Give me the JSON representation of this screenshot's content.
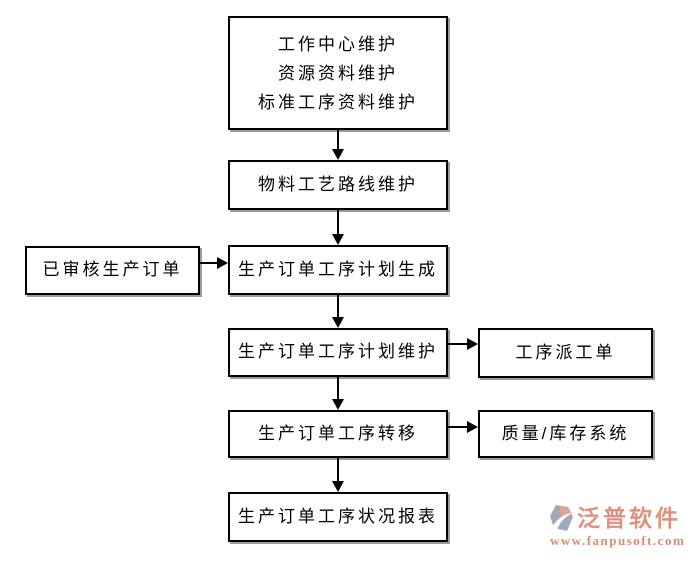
{
  "diagram": {
    "title_implied": "生产订单工序流程图",
    "line_color": "#000000",
    "box_background": "#ffffff",
    "box_border_color": "#000000",
    "box_shadow_color": "#9b9b9b",
    "nodes": {
      "master_data": {
        "lines": [
          "工作中心维护",
          "资源资料维护",
          "标准工序资料维护"
        ]
      },
      "routing": {
        "label": "物料工艺路线维护"
      },
      "approved_order": {
        "label": "已审核生产订单"
      },
      "plan_generate": {
        "label": "生产订单工序计划生成"
      },
      "plan_maintain": {
        "label": "生产订单工序计划维护"
      },
      "dispatch_ticket": {
        "label": "工序派工单"
      },
      "transfer": {
        "label": "生产订单工序转移"
      },
      "quality_inventory": {
        "label": "质量/库存系统"
      },
      "status_report": {
        "label": "生产订单工序状况报表"
      }
    }
  },
  "logo": {
    "name": "泛普软件",
    "url": "www.fanpusoft.com",
    "accent_color": "#e0917e",
    "icon_gray": "#a0aab7",
    "icon_salmon": "#e4a492"
  }
}
